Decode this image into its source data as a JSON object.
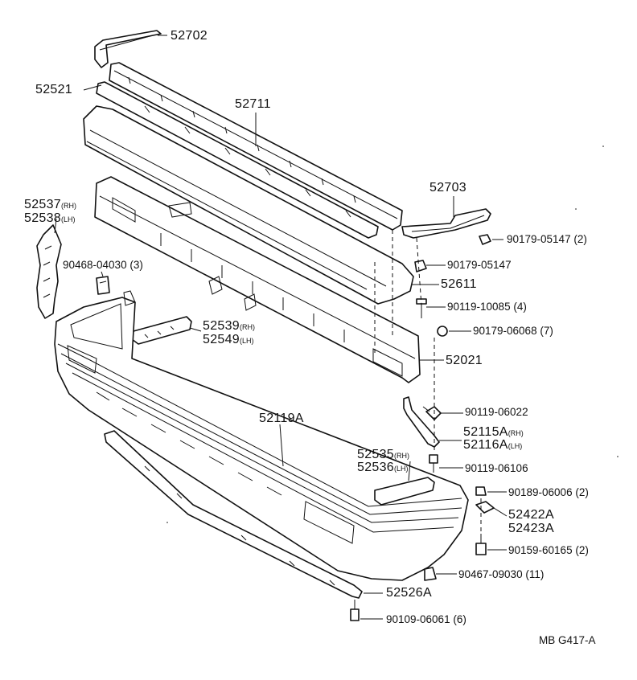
{
  "diagram_code": "MB G417-A",
  "callouts": {
    "c52702": {
      "part": "52702"
    },
    "c52521": {
      "part": "52521"
    },
    "c52711": {
      "part": "52711"
    },
    "c52703": {
      "part": "52703"
    },
    "c52537": {
      "part": "52537",
      "side": "(RH)"
    },
    "c52538": {
      "part": "52538",
      "side": "(LH)"
    },
    "c90179a": {
      "part": "90179-05147",
      "qty": "(2)"
    },
    "c90179b": {
      "part": "90179-05147"
    },
    "c90468": {
      "part": "90468-04030",
      "qty": "(3)"
    },
    "c52611": {
      "part": "52611"
    },
    "c90119a": {
      "part": "90119-10085",
      "qty": "(4)"
    },
    "c52539": {
      "part": "52539",
      "side": "(RH)"
    },
    "c52549": {
      "part": "52549",
      "side": "(LH)"
    },
    "c90179c": {
      "part": "90179-06068",
      "qty": "(7)"
    },
    "c52021": {
      "part": "52021"
    },
    "c90119b": {
      "part": "90119-06022"
    },
    "c52115": {
      "part": "52115A",
      "side": "(RH)"
    },
    "c52116": {
      "part": "52116A",
      "side": "(LH)"
    },
    "c52119": {
      "part": "52119A"
    },
    "c52535": {
      "part": "52535",
      "side": "(RH)"
    },
    "c52536": {
      "part": "52536",
      "side": "(LH)"
    },
    "c90119c": {
      "part": "90119-06106"
    },
    "c90189": {
      "part": "90189-06006",
      "qty": "(2)"
    },
    "c52422": {
      "part": "52422A"
    },
    "c52423": {
      "part": "52423A"
    },
    "c90159": {
      "part": "90159-60165",
      "qty": "(2)"
    },
    "c90467": {
      "part": "90467-09030",
      "qty": "(11)"
    },
    "c52526": {
      "part": "52526A"
    },
    "c90109": {
      "part": "90109-06061",
      "qty": "(6)"
    }
  }
}
